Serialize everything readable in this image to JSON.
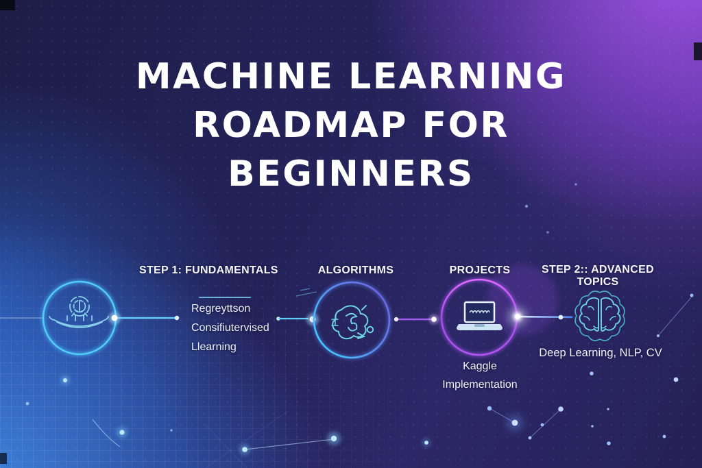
{
  "title_lines": [
    "MACHINE LEARNING",
    "ROADMAP FOR",
    "BEGINNERS"
  ],
  "timeline": {
    "steps": [
      {
        "label": "STEP 1: FUNDAMENTALS",
        "icon": "rowboat-emblem-icon",
        "desc_lines": [
          "Regreyttson",
          "Consifiutervised",
          "Llearning"
        ]
      },
      {
        "label": "ALGORITHMS",
        "icon": "algorithm-doodle-icon",
        "desc_lines": []
      },
      {
        "label": "PROJECTS",
        "icon": "laptop-icon",
        "desc_lines": [
          "Kaggle",
          "Implementation"
        ]
      },
      {
        "label": "STEP 2:: ADVANCED TOPICS",
        "icon": "brain-icon",
        "desc_lines": [
          "Deep Learning, NLP, CV"
        ]
      }
    ]
  },
  "colors": {
    "accent_cyan": "#4fcdfd",
    "accent_purple": "#a35ef2",
    "ring_magenta": "#d05ef5",
    "ring_teal": "#4cb6c6",
    "background_navy": "#242259",
    "background_purple": "#8b4fd0",
    "background_blue": "#3c7ede",
    "text": "#ffffff"
  }
}
